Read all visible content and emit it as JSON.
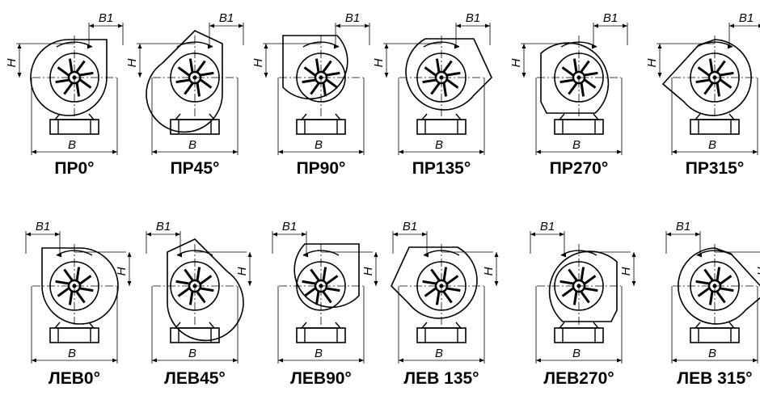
{
  "dimension_labels": {
    "width": "B",
    "outlet_width": "B1",
    "height": "H"
  },
  "rows": [
    {
      "hand": "right",
      "variants": [
        {
          "label": "ПР0°",
          "angle": 0
        },
        {
          "label": "ПР45°",
          "angle": 45
        },
        {
          "label": "ПР90°",
          "angle": 90
        },
        {
          "label": "ПР135°",
          "angle": 135
        },
        {
          "label": "ПР270°",
          "angle": 270
        },
        {
          "label": "ПР315°",
          "angle": 315
        }
      ]
    },
    {
      "hand": "left",
      "variants": [
        {
          "label": "ЛЕВ0°",
          "angle": 0
        },
        {
          "label": "ЛЕВ45°",
          "angle": 45
        },
        {
          "label": "ЛЕВ90°",
          "angle": 90
        },
        {
          "label": "ЛЕВ 135°",
          "angle": 135
        },
        {
          "label": "ЛЕВ270°",
          "angle": 270
        },
        {
          "label": "ЛЕВ 315°",
          "angle": 315
        }
      ]
    }
  ]
}
